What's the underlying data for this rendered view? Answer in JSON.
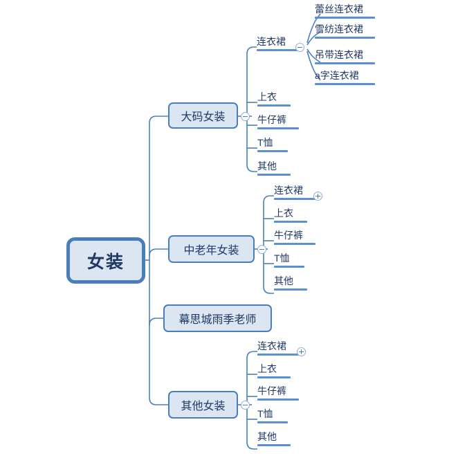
{
  "diagram": {
    "type": "mind-map",
    "title": "女装",
    "colors": {
      "node_fill": "#dce6f2",
      "node_border": "#4a7ebb",
      "leaf_bar": "#5b8fd4",
      "text": "#1f3864",
      "background": "#ffffff"
    }
  },
  "root": {
    "label": "女装",
    "toggle": "none"
  },
  "branches": [
    {
      "label": "大码女装",
      "toggle": "minus",
      "children": [
        {
          "label": "连衣裙",
          "toggle": "minus",
          "children": [
            {
              "label": "蕾丝连衣裙"
            },
            {
              "label": "雪纺连衣裙"
            },
            {
              "label": "吊带连衣裙"
            },
            {
              "label": "a字连衣裙"
            }
          ]
        },
        {
          "label": "上衣",
          "toggle": "none"
        },
        {
          "label": "牛仔裤",
          "toggle": "none"
        },
        {
          "label": "T恤",
          "toggle": "none"
        },
        {
          "label": "其他",
          "toggle": "none"
        }
      ]
    },
    {
      "label": "中老年女装",
      "toggle": "minus",
      "children": [
        {
          "label": "连衣裙",
          "toggle": "plus"
        },
        {
          "label": "上衣",
          "toggle": "none"
        },
        {
          "label": "牛仔裤",
          "toggle": "none"
        },
        {
          "label": "T恤",
          "toggle": "none"
        },
        {
          "label": "其他",
          "toggle": "none"
        }
      ]
    },
    {
      "label": "幕思城雨季老师",
      "toggle": "none",
      "children": []
    },
    {
      "label": "其他女装",
      "toggle": "minus",
      "children": [
        {
          "label": "连衣裙",
          "toggle": "plus"
        },
        {
          "label": "上衣",
          "toggle": "none"
        },
        {
          "label": "牛仔裤",
          "toggle": "none"
        },
        {
          "label": "T恤",
          "toggle": "none"
        },
        {
          "label": "其他",
          "toggle": "none"
        }
      ]
    }
  ]
}
